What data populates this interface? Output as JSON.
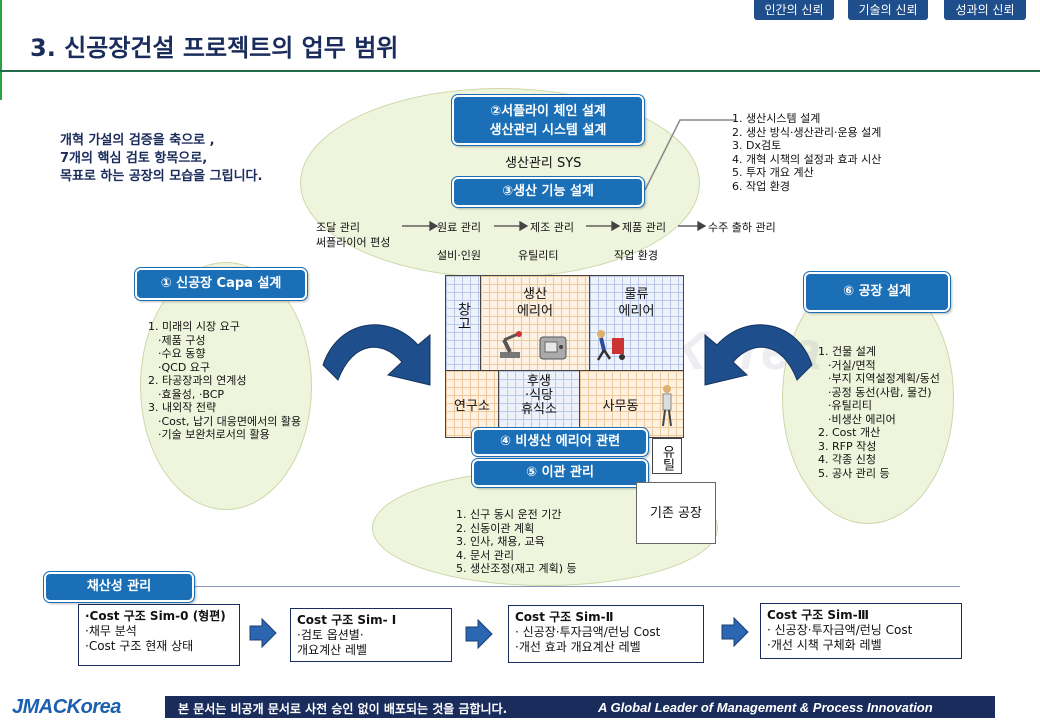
{
  "header": {
    "tabs": [
      "인간의 신뢰",
      "기술의 신뢰",
      "성과의 신뢰"
    ],
    "title": "3. 신공장건설 프로젝트의 업무 범위"
  },
  "intro": {
    "lines": [
      "개혁 가설의 검증을 축으로 ,",
      "7개의 핵심 검토 항목으로,",
      "목표로 하는 공장의 모습을 그립니다."
    ]
  },
  "supply_chain": {
    "title_line1": "②서플라이 체인 설계",
    "title_line2": "생산관리 시스템 설계",
    "sys_label": "생산관리 SYS",
    "list": [
      "1. 생산시스템 설계",
      "2. 생산 방식·생산관리·운용 설계",
      "3. Dx검토",
      "4. 개혁 시책의 설정과 효과 시산",
      "5. 투자 개요 계산",
      "6. 작업 환경"
    ]
  },
  "production": {
    "title": "③생산 기능 설계",
    "flow_top": [
      "조달 관리",
      "원료 관리",
      "제조 관리",
      "제품 관리",
      "수주 출하 관리"
    ],
    "flow_sub": [
      "써플라이어 편성",
      "설비·인원",
      "유틸리티",
      "작업 환경"
    ]
  },
  "capa": {
    "title": "① 신공장 Capa 설계",
    "items": [
      {
        "text": "1. 미래의 시장 요구",
        "sub": false
      },
      {
        "text": "·제품 구성",
        "sub": true
      },
      {
        "text": "·수요 동향",
        "sub": true
      },
      {
        "text": "·QCD 요구",
        "sub": true
      },
      {
        "text": "2. 타공장과의 연계성",
        "sub": false
      },
      {
        "text": "·효율성, ·BCP",
        "sub": true
      },
      {
        "text": "3. 내외작 전략",
        "sub": false
      },
      {
        "text": "·Cost, 납기 대응면에서의 활용",
        "sub": true
      },
      {
        "text": "·기술 보완처로서의 활용",
        "sub": true
      }
    ]
  },
  "factory_design": {
    "title": "⑥ 공장 설계",
    "items": [
      {
        "text": "1. 건물 설계",
        "sub": false
      },
      {
        "text": "·거실/면적",
        "sub": true
      },
      {
        "text": "·부지 지역설정계획/동선",
        "sub": true
      },
      {
        "text": "·공정 동선(사람, 물건)",
        "sub": true
      },
      {
        "text": "·유틸리티",
        "sub": true
      },
      {
        "text": "·비생산 에리어",
        "sub": true
      },
      {
        "text": "2. Cost 개산",
        "sub": false
      },
      {
        "text": "3. RFP 작성",
        "sub": false
      },
      {
        "text": "4. 각종 신청",
        "sub": false
      },
      {
        "text": "5. 공사 관리 등",
        "sub": false
      }
    ]
  },
  "factory_zones": {
    "warehouse": "창고",
    "production_area": [
      "생산",
      "에리어"
    ],
    "logistics_area": [
      "물류",
      "에리어"
    ],
    "research": "연구소",
    "welfare": [
      "후생",
      "·식당",
      "휴식소"
    ],
    "office": "사무동",
    "utility": "유틸"
  },
  "non_production": {
    "title": "④ 비생산 에리어 관련"
  },
  "relocation": {
    "title": "⑤ 이관 관리",
    "items": [
      "1. 신구 동시 운전 기간",
      "2. 신동이관 계획",
      "3. 인사, 채용, 교육",
      "4. 문서 관리",
      "5. 생산조정(재고 계획) 등"
    ]
  },
  "existing_factory": "기존 공장",
  "profitability": {
    "title": "채산성 관리",
    "boxes": [
      {
        "header": "·Cost 구조 Sim-0 (형편)",
        "lines": [
          "·채무 분석",
          "·Cost 구조 현재 상태"
        ]
      },
      {
        "header": "Cost 구조 Sim- I",
        "lines": [
          "·검토 옵션별·",
          " 개요계산 레벨"
        ]
      },
      {
        "header": "Cost 구조 Sim-Ⅱ",
        "lines": [
          "· 신공장·투자금액/런닝 Cost",
          "·개선 효과 개요계산 레벨"
        ]
      },
      {
        "header": "Cost 구조 Sim-Ⅲ",
        "lines": [
          "· 신공장·투자금액/런닝 Cost",
          "·개선 시책 구체화 레벨"
        ]
      }
    ]
  },
  "footer": {
    "logo": "JMACKorea",
    "notice": "본 문서는 비공개 문서로 사전 승인 없이 배포되는 것을 금합니다.",
    "tagline": "A Global Leader of Management & Process  Innovation"
  },
  "colors": {
    "primary": "#1a6fb7",
    "navy": "#1a2c5b",
    "ellipse": "#eef5dc"
  }
}
